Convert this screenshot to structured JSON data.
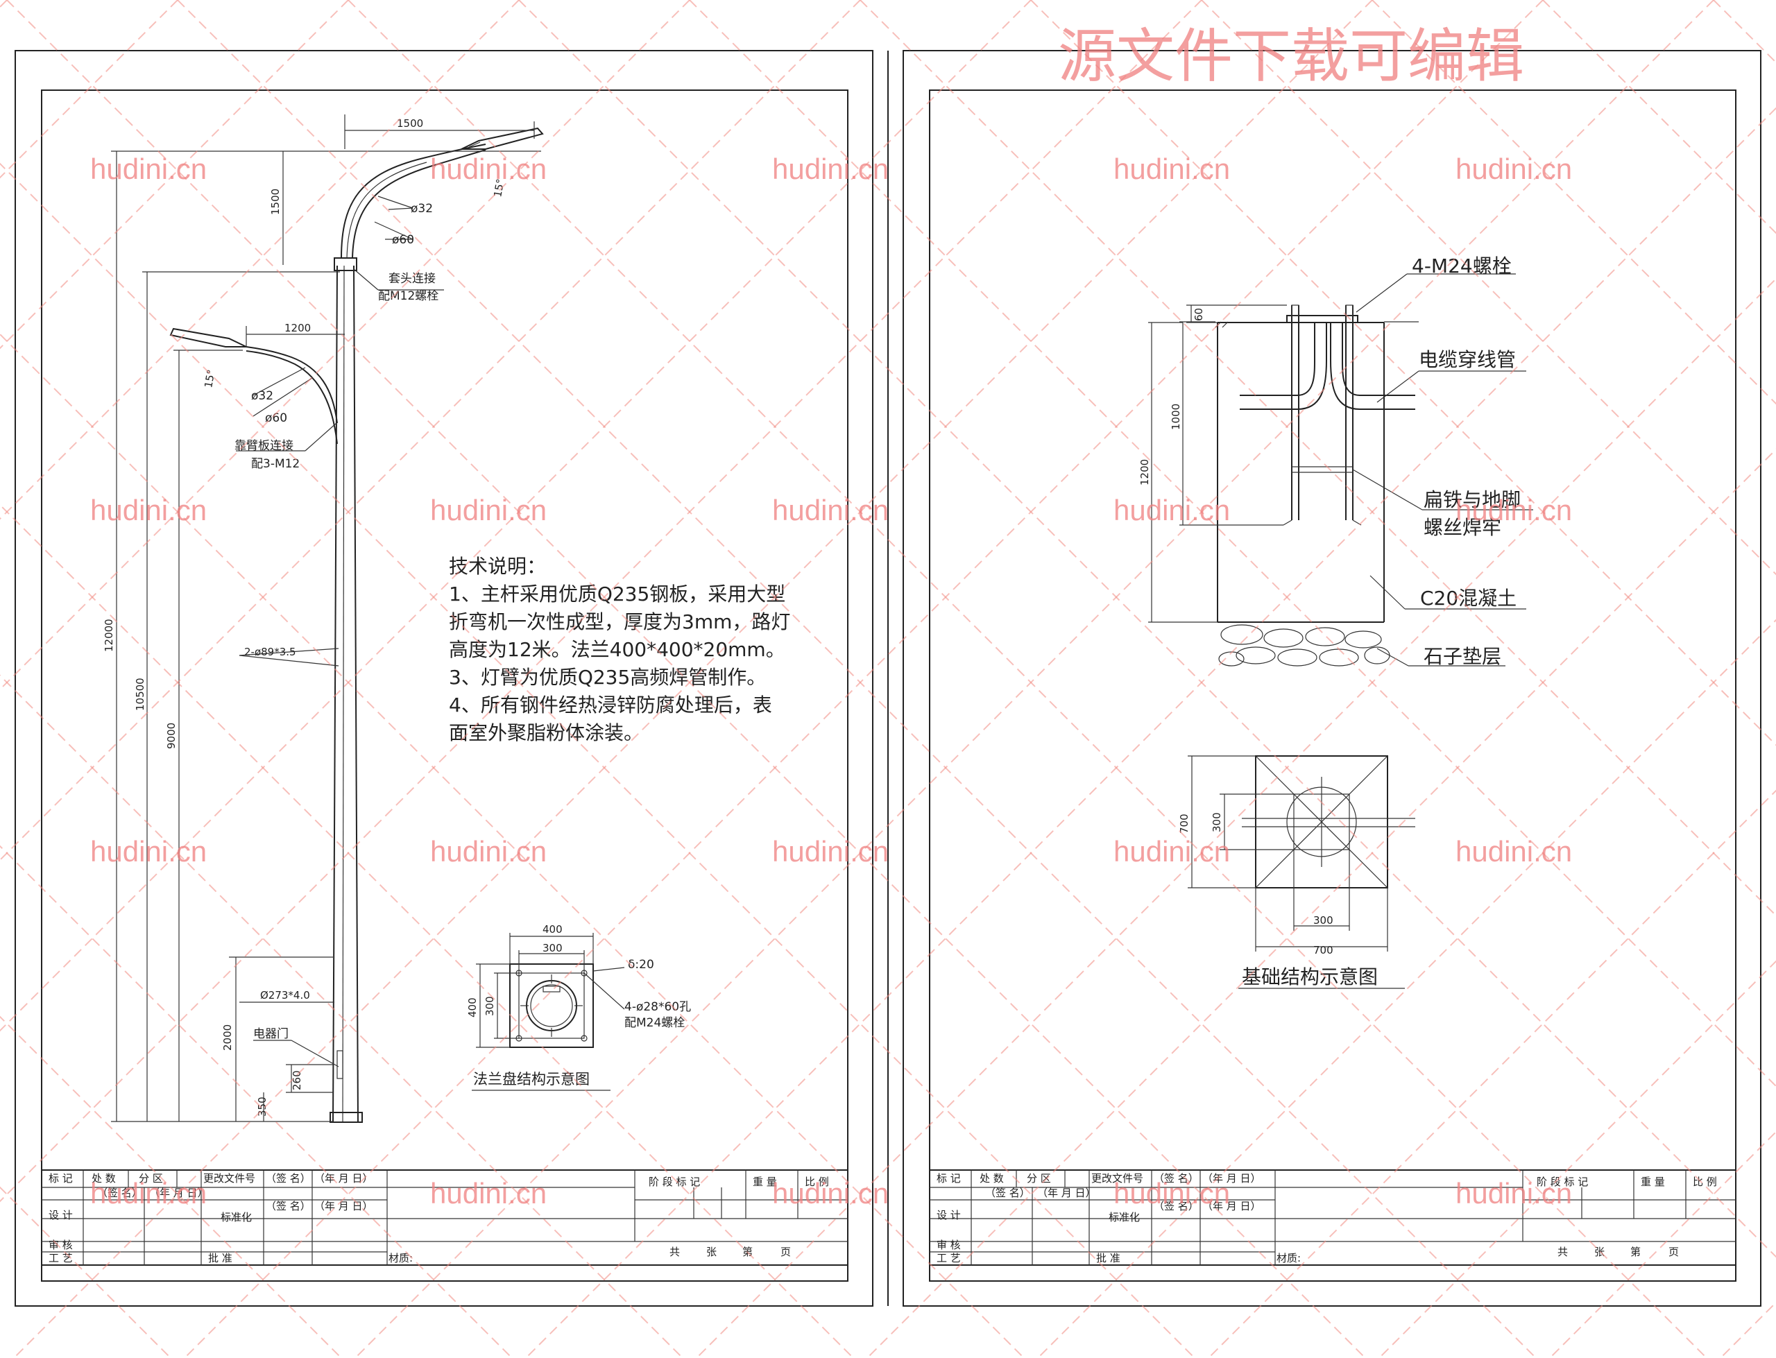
{
  "watermark": {
    "site": "hudini.cn",
    "title": "源文件下载可编辑",
    "color": "#f08080"
  },
  "sheet1": {
    "dims": {
      "arm_top": "1500",
      "rise_top": "1500",
      "angle_top": "15°",
      "d32_top": "ø32",
      "d60_top": "ø60",
      "arm_low": "1200",
      "angle_low": "15°",
      "d32_low": "ø32",
      "d60_low": "ø60",
      "total": "12000",
      "h10500": "10500",
      "h9000": "9000",
      "h2000": "2000",
      "h260": "260",
      "h350": "350",
      "tube": "2-ø89*3.5",
      "base": "Ø273*4.0"
    },
    "labels": {
      "sleeve1": "套头连接",
      "sleeve2": "配M12螺栓",
      "clamp1": "靠臂板连接",
      "clamp2": "配3-M12",
      "door": "电器门"
    },
    "notes": {
      "title": "技术说明：",
      "lines": [
        "1、主杆采用优质Q235钢板，采用大型",
        "折弯机一次性成型，厚度为3mm，路灯",
        "高度为12米。法兰400*400*20mm。",
        "3、灯臂为优质Q235高频焊管制作。",
        "4、所有钢件经热浸锌防腐处理后，表",
        "面室外聚脂粉体涂装。"
      ]
    },
    "flange": {
      "w400": "400",
      "w300": "300",
      "h400": "400",
      "h300": "300",
      "thick": "δ:20",
      "holes1": "4-ø28*60孔",
      "holes2": "配M24螺栓",
      "caption": "法兰盘结构示意图"
    }
  },
  "sheet2": {
    "labels": {
      "bolts": "4-M24螺栓",
      "conduit": "电缆穿线管",
      "flat1": "扁铁与地脚",
      "flat2": "螺丝焊牢",
      "concrete": "C20混凝土",
      "gravel": "石子垫层"
    },
    "dims": {
      "d60": "60",
      "d1000": "1000",
      "d1200": "1200",
      "plan700v": "700",
      "plan300v": "300",
      "plan300h": "300",
      "plan700h": "700"
    },
    "caption": "基础结构示意图"
  },
  "title_block": {
    "row1": [
      "标 记",
      "处 数",
      "分 区",
      "更改文件号",
      "（签 名）",
      "（年 月 日）"
    ],
    "stage": "阶 段 标 记",
    "weight": "重 量",
    "scale": "比 例",
    "design": "设 计",
    "sign": "（签 名）",
    "date": "（年 月 日）",
    "standard": "标准化",
    "review": "审 核",
    "craft": "工 艺",
    "approve": "批 准",
    "material": "材质:",
    "total": "共",
    "zhang": "张",
    "di": "第",
    "ye": "页"
  }
}
